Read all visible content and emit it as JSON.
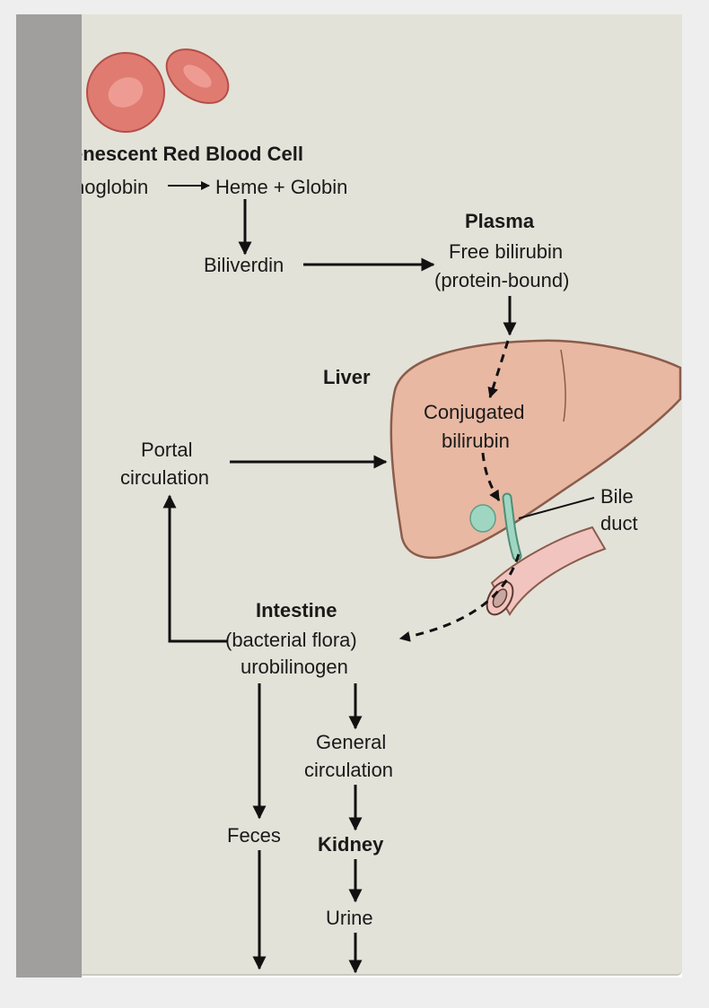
{
  "diagram": {
    "title": "enescent Red Blood Cell",
    "hemoglobin": "noglobin",
    "heme_globin": "Heme + Globin",
    "biliverdin": "Biliverdin",
    "plasma": "Plasma",
    "free_bilirubin": "Free bilirubin",
    "protein_bound": "(protein-bound)",
    "liver": "Liver",
    "conjugated": "Conjugated",
    "bilirubin": "bilirubin",
    "portal": "Portal",
    "circulation": "circulation",
    "bile": "Bile",
    "duct": "duct",
    "intestine": "Intestine",
    "bacterial_flora": "(bacterial flora)",
    "urobilinogen": "urobilinogen",
    "general": "General",
    "general_circulation": "circulation",
    "feces": "Feces",
    "kidney": "Kidney",
    "urine": "Urine"
  },
  "colors": {
    "background": "#e3e2d8",
    "sidebar": "#a19e9e",
    "liver": "#e8b8a2",
    "red_cell": "#e07b72",
    "bile_duct": "#9fd6c2",
    "intestine": "#f2c4c0"
  }
}
